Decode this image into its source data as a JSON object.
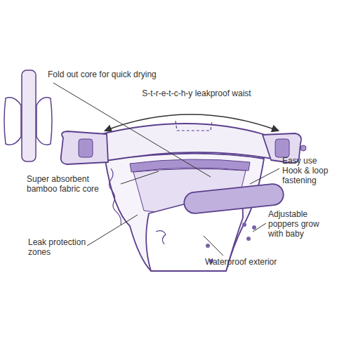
{
  "diagram": {
    "labels": [
      "Fold out core for quick drying",
      "S-t-r-e-t-c-h-y leakproof waist",
      "Easy use Hook & loop fastening",
      "Super absorbent bamboo fabric core",
      "Adjustable poppers grow with baby",
      "Leak protection zones",
      "Waterproof exterior"
    ]
  }
}
